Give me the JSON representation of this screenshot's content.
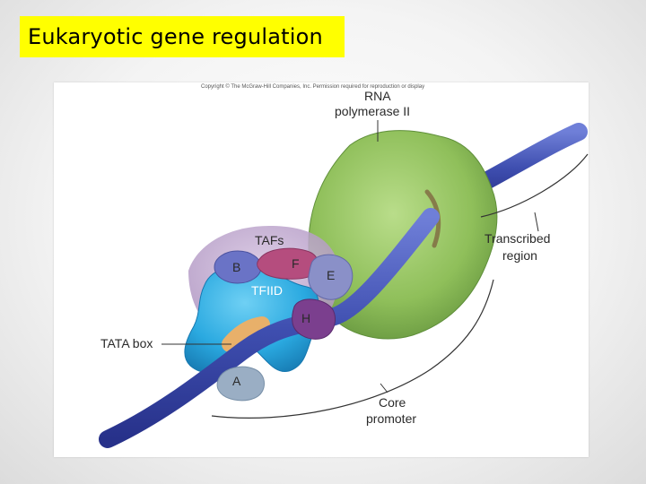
{
  "slide": {
    "title": "Eukaryotic gene regulation"
  },
  "figure": {
    "copyright": "Copyright © The McGraw-Hill Companies, Inc. Permission required for reproduction or display",
    "labels": {
      "rna_pol_line1": "RNA",
      "rna_pol_line2": "polymerase II",
      "tafs": "TAFs",
      "tfiid": "TFIID",
      "tata_box": "TATA box",
      "transcribed_line1": "Transcribed",
      "transcribed_line2": "region",
      "core_line1": "Core",
      "core_line2": "promoter"
    },
    "factors": {
      "b": "B",
      "f": "F",
      "e": "E",
      "h": "H",
      "a": "A"
    }
  },
  "colors": {
    "title_bg": "#ffff00",
    "dna": "#3f4fb0",
    "rna_polymerase": "#8fbf5a",
    "tfiid": "#2aa9e0",
    "tafs": "#b8a0c8",
    "factor_f": "#b54d7e",
    "factor_h": "#7b3f8e",
    "factor_b": "#6a73c6",
    "factor_e": "#8a90c8",
    "factor_a": "#9aaec4",
    "tata": "#e8b06a"
  }
}
